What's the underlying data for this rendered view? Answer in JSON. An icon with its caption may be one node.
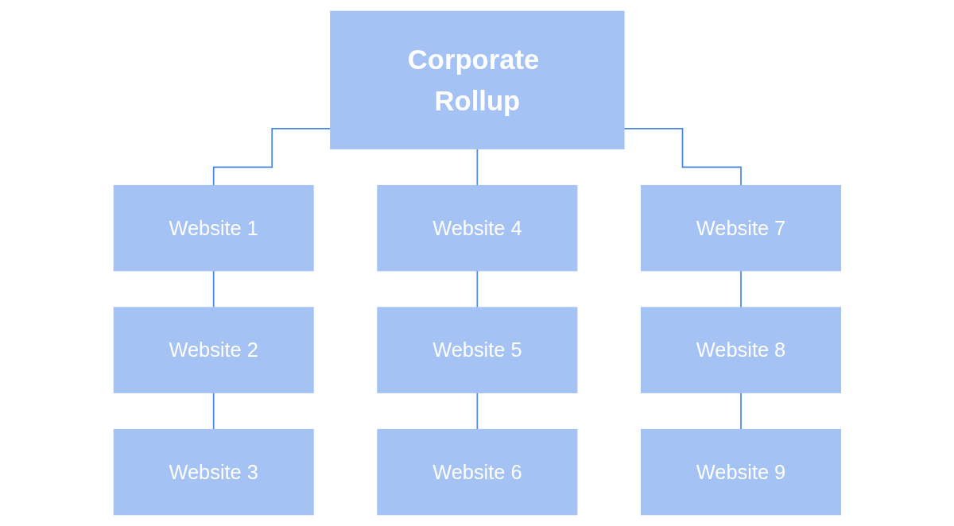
{
  "diagram": {
    "nodes": [
      {
        "text": [
          "Corporate Rollup"
        ]
      },
      {
        "text": [
          "Website 1"
        ]
      },
      {
        "text": [
          "Website 2"
        ]
      },
      {
        "text": [
          "Website 3"
        ]
      },
      {
        "text": [
          "Website 4"
        ]
      },
      {
        "text": [
          "Website 5"
        ]
      },
      {
        "text": [
          "Website 6"
        ]
      },
      {
        "text": [
          "Website 7"
        ]
      },
      {
        "text": [
          "Website 8"
        ]
      },
      {
        "text": [
          "Website 9"
        ]
      }
    ],
    "edges": [
      {
        "from": 0,
        "to": 1,
        "arrow": "none"
      },
      {
        "from": 1,
        "to": 2,
        "arrow": "none"
      },
      {
        "from": 2,
        "to": 3,
        "arrow": "none"
      },
      {
        "from": 0,
        "to": 4,
        "arrow": "none"
      },
      {
        "from": 4,
        "to": 5,
        "arrow": "none"
      },
      {
        "from": 5,
        "to": 6,
        "arrow": "none"
      },
      {
        "from": 0,
        "to": 7,
        "arrow": "none"
      },
      {
        "from": 7,
        "to": 8,
        "arrow": "none"
      },
      {
        "from": 8,
        "to": 9,
        "arrow": "none"
      }
    ]
  }
}
